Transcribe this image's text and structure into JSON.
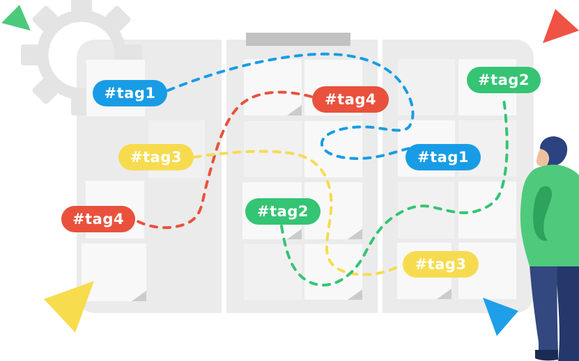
{
  "illustration": {
    "title": "tag-board-illustration",
    "tags": [
      {
        "id": "tag1-left",
        "label": "#tag1",
        "color": "#189CE5"
      },
      {
        "id": "tag3-left",
        "label": "#tag3",
        "color": "#F7DB4F"
      },
      {
        "id": "tag4-bottom-left",
        "label": "#tag4",
        "color": "#E9513D"
      },
      {
        "id": "tag4-top-middle",
        "label": "#tag4",
        "color": "#E9513D"
      },
      {
        "id": "tag2-middle",
        "label": "#tag2",
        "color": "#35C473"
      },
      {
        "id": "tag1-right",
        "label": "#tag1",
        "color": "#189CE5"
      },
      {
        "id": "tag2-top-right",
        "label": "#tag2",
        "color": "#35C473"
      },
      {
        "id": "tag3-bottom-right",
        "label": "#tag3",
        "color": "#F7DB4F"
      }
    ],
    "connectors": [
      {
        "from": "tag1-left",
        "to": "tag1-right",
        "color": "#189CE5",
        "style": "dashed"
      },
      {
        "from": "tag4-top-middle",
        "to": "tag4-bottom-left",
        "color": "#E9513D",
        "style": "dashed"
      },
      {
        "from": "tag3-left",
        "to": "tag3-bottom-right",
        "color": "#F7DB4F",
        "style": "dashed"
      },
      {
        "from": "tag2-top-right",
        "to": "tag2-middle",
        "color": "#35C473",
        "style": "dashed"
      }
    ],
    "board": {
      "columns": 3,
      "notes_count": 20,
      "board_color": "#EBEBEB",
      "note_color": "#F8F8F8",
      "tape_color": "#C2C2C2"
    },
    "decor": {
      "gear_color": "#E4E4E4",
      "triangles": [
        {
          "position": "top-left",
          "color": "#4DC97C"
        },
        {
          "position": "top-right",
          "color": "#F05244"
        },
        {
          "position": "bottom-left",
          "color": "#F7DC4D"
        },
        {
          "position": "bottom-center",
          "color": "#1E9FE8"
        }
      ],
      "person": {
        "hair": "#2C4382",
        "skin": "#EFC09E",
        "shirt": "#4FCA7D",
        "shirt_shadow": "#2EA35D",
        "pants_front": "#32487F",
        "pants_back": "#24386B",
        "shoe": "#1A2A52"
      }
    }
  }
}
